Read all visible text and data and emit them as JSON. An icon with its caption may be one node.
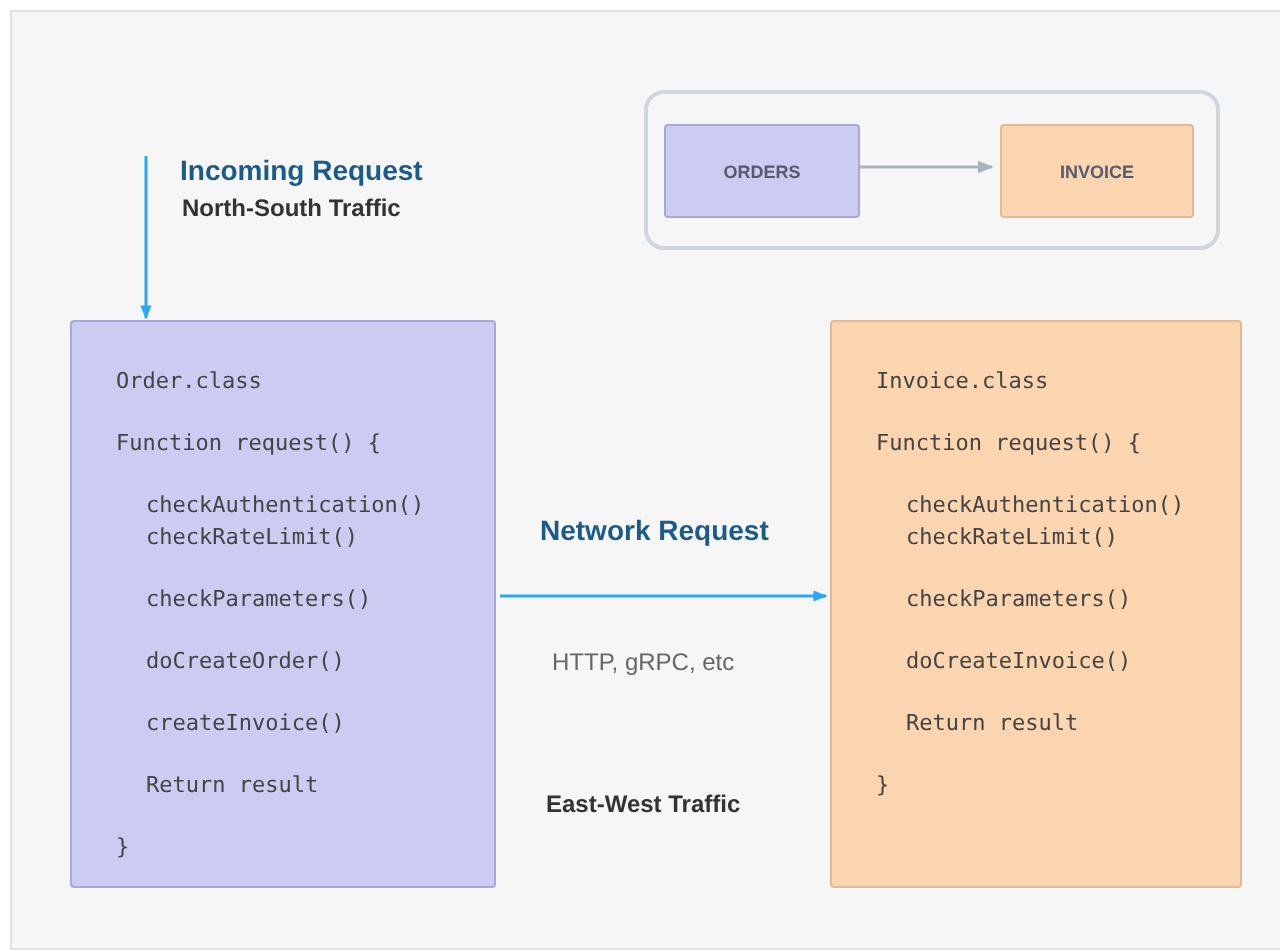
{
  "diagram": {
    "nodes": [
      {
        "text": [],
        "shape": "box"
      },
      {
        "text": [
          "ORDERS"
        ],
        "in": 0
      },
      {
        "text": [
          "INVOICE"
        ],
        "in": 0
      },
      {
        "text": [
          "Order.class",
          "Function request() {",
          "checkAuthentication()",
          "checkRateLimit()",
          "checkParameters()",
          "doCreateOrder()",
          "createInvoice()",
          "Return result",
          "}"
        ]
      },
      {
        "text": [
          "Invoice.class",
          "Function request() {",
          "checkAuthentication()",
          "checkRateLimit()",
          "checkParameters()",
          "doCreateInvoice()",
          "Return result",
          "}"
        ]
      }
    ],
    "edges": [
      {
        "from": 1,
        "to": 2,
        "arrow": "to",
        "color": "#a7b4c0"
      },
      {
        "from": null,
        "to": 3,
        "arrow": "to"
      },
      {
        "from": 3,
        "to": 4,
        "arrow": "to",
        "label": "Network Request"
      }
    ],
    "labels": [
      "Incoming Request",
      "North-South Traffic",
      "HTTP, gRPC, etc",
      "East-West Traffic"
    ]
  }
}
